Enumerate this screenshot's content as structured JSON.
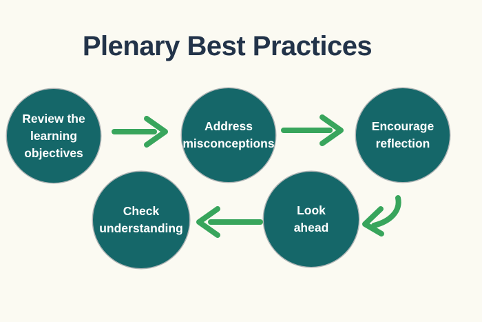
{
  "title": "Plenary Best Practices",
  "colors": {
    "background": "#fbfaf2",
    "circle_fill": "#156769",
    "circle_text": "#ffffff",
    "arrow_green": "#38a55c",
    "title_text": "#223349"
  },
  "diagram": {
    "type": "flow",
    "steps": [
      {
        "order": 1,
        "label": "Review the\nlearning\nobjectives"
      },
      {
        "order": 2,
        "label": "Address\nmisconceptions"
      },
      {
        "order": 3,
        "label": "Encourage\nreflection"
      },
      {
        "order": 4,
        "label": "Look\nahead"
      },
      {
        "order": 5,
        "label": "Check\nunderstanding"
      }
    ],
    "connections": [
      {
        "from": "Review the learning objectives",
        "to": "Address misconceptions"
      },
      {
        "from": "Address misconceptions",
        "to": "Encourage reflection"
      },
      {
        "from": "Encourage reflection",
        "to": "Look ahead"
      },
      {
        "from": "Look ahead",
        "to": "Check understanding"
      }
    ]
  }
}
